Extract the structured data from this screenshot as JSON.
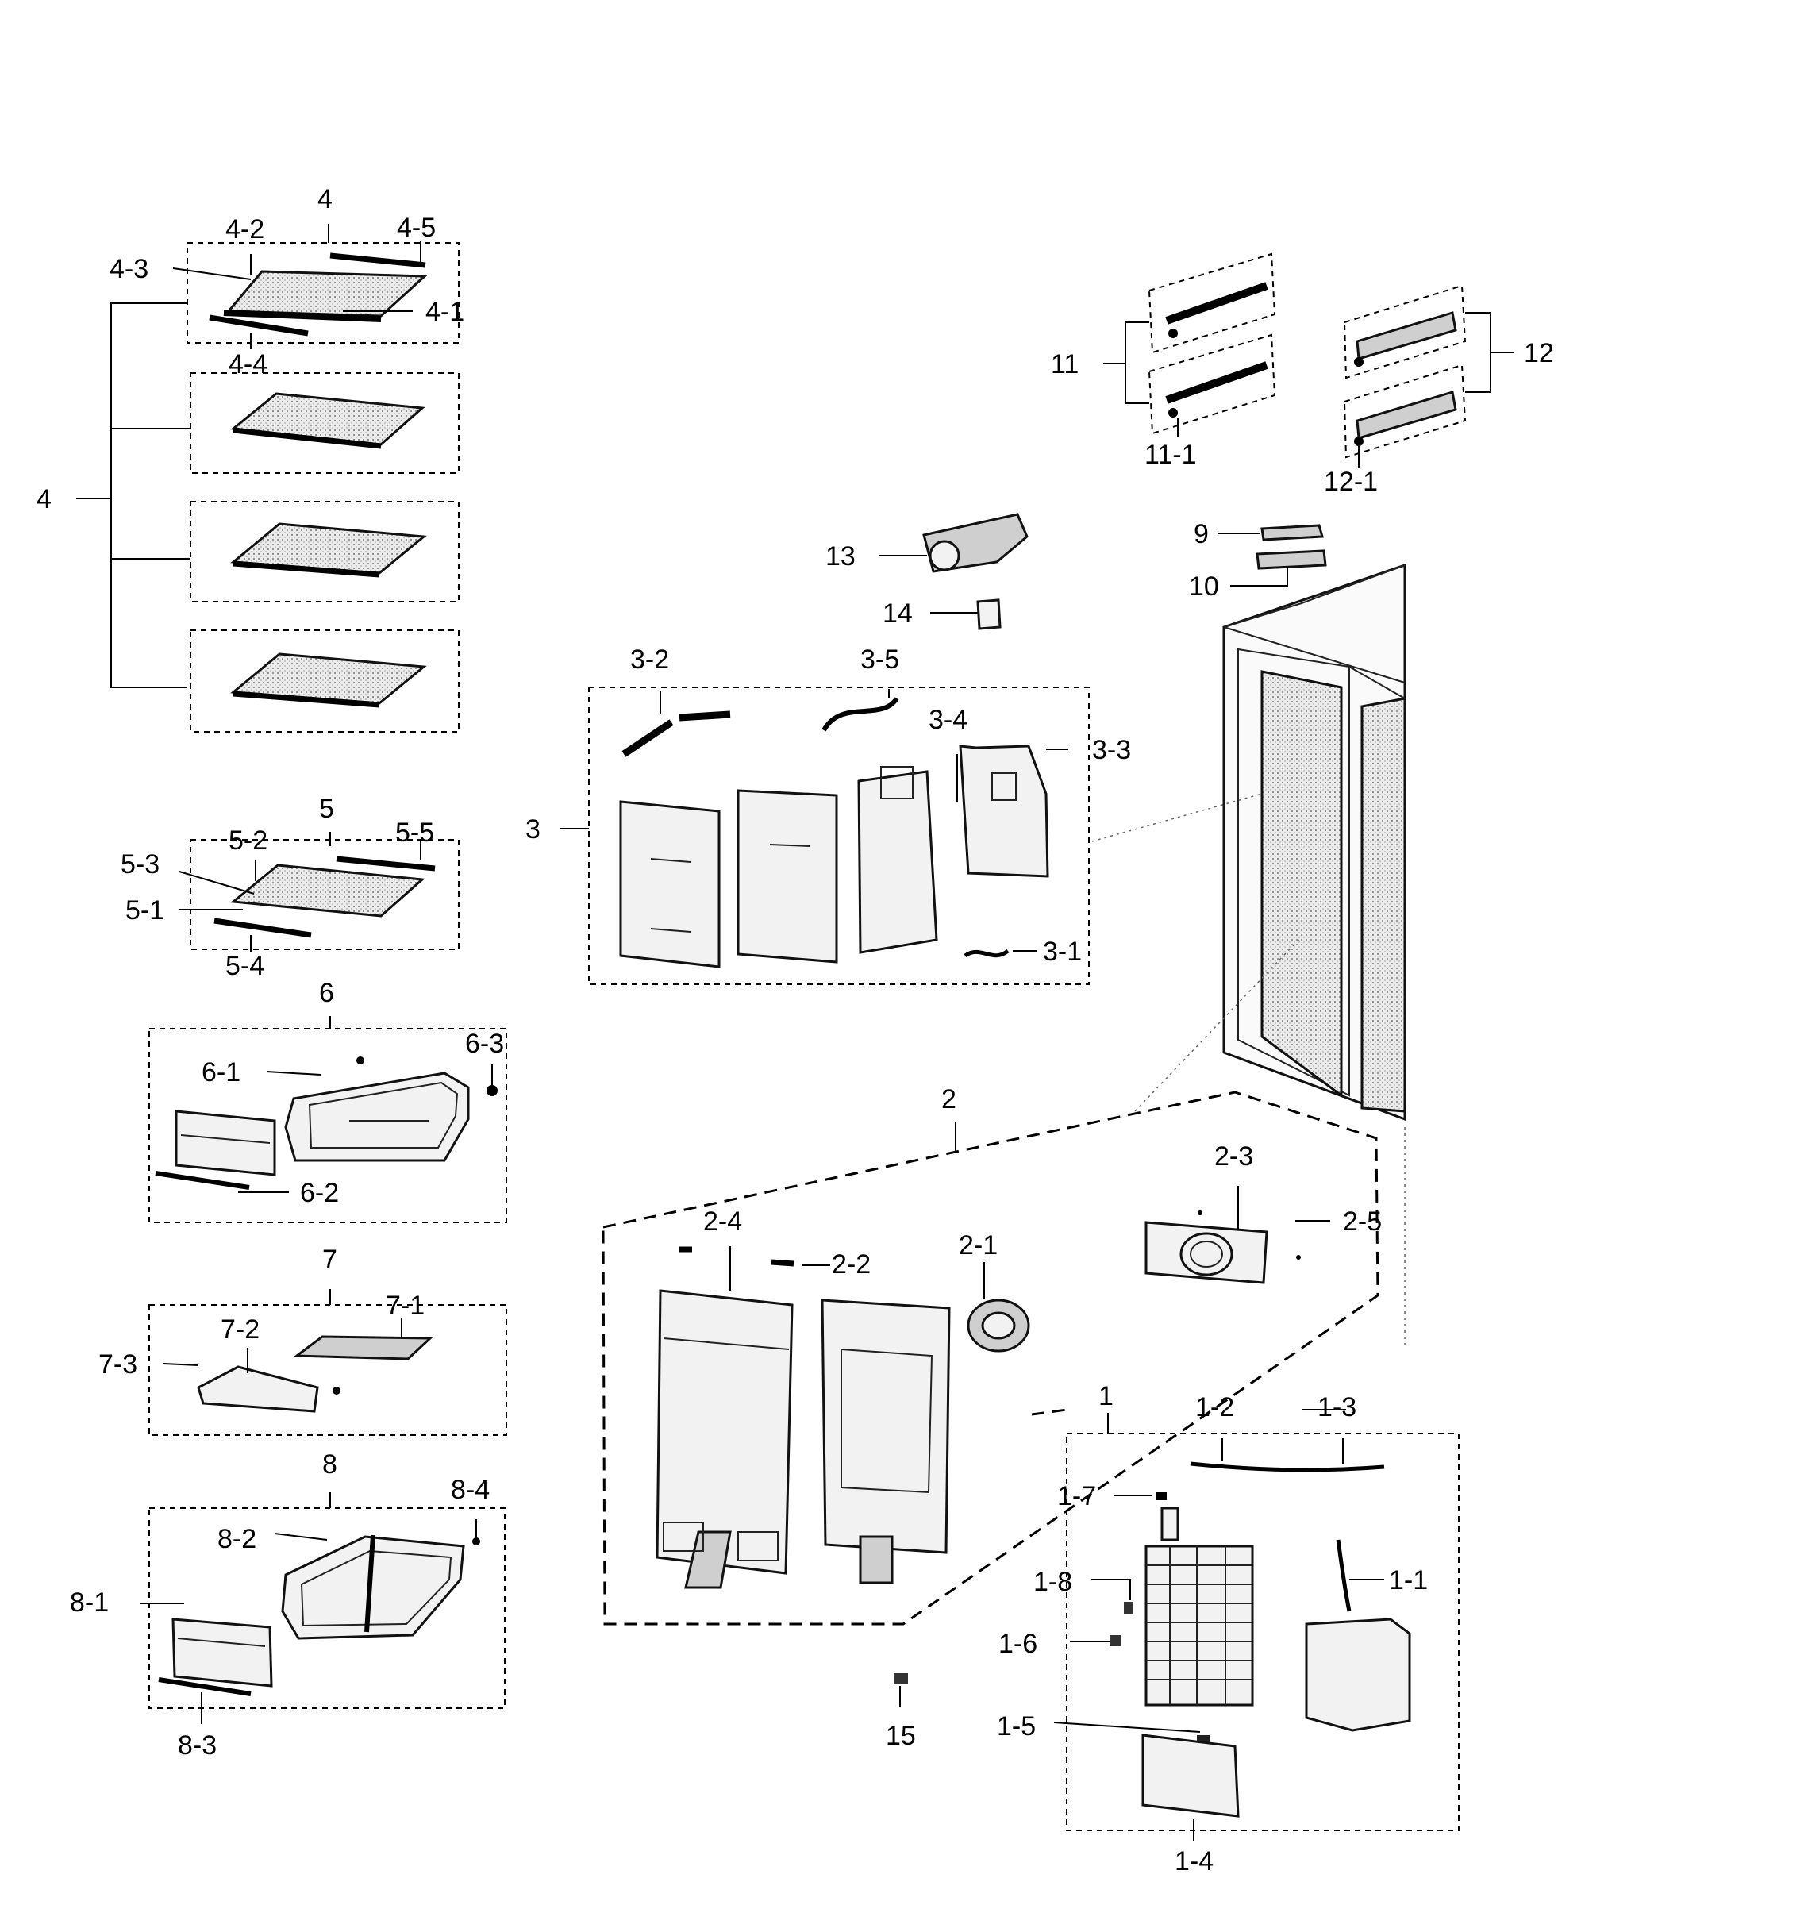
{
  "labels": {
    "l4": "4",
    "l4_2": "4-2",
    "l4_5": "4-5",
    "l4_3": "4-3",
    "l4_1": "4-1",
    "l4_4": "4-4",
    "l4b": "4",
    "l5": "5",
    "l5_2": "5-2",
    "l5_5": "5-5",
    "l5_3": "5-3",
    "l5_1": "5-1",
    "l5_4": "5-4",
    "l6": "6",
    "l6_1": "6-1",
    "l6_3": "6-3",
    "l6_2": "6-2",
    "l7": "7",
    "l7_1": "7-1",
    "l7_2": "7-2",
    "l7_3": "7-3",
    "l8": "8",
    "l8_4": "8-4",
    "l8_2": "8-2",
    "l8_1": "8-1",
    "l8_3": "8-3",
    "l3": "3",
    "l3_2": "3-2",
    "l3_5": "3-5",
    "l3_4": "3-4",
    "l3_3": "3-3",
    "l3_1": "3-1",
    "l13": "13",
    "l14": "14",
    "l9": "9",
    "l10": "10",
    "l11": "11",
    "l11_1": "11-1",
    "l12": "12",
    "l12_1": "12-1",
    "l2": "2",
    "l2_3": "2-3",
    "l2_5": "2-5",
    "l2_4": "2-4",
    "l2_2": "2-2",
    "l2_1": "2-1",
    "l1": "1",
    "l1_2": "1-2",
    "l1_3": "1-3",
    "l1_7": "1-7",
    "l1_8": "1-8",
    "l1_1": "1-1",
    "l1_6": "1-6",
    "l1_5": "1-5",
    "l1_4": "1-4",
    "l15": "15"
  },
  "colors": {
    "line": "#000000",
    "part_fill": "#f2f2f2",
    "background": "#ffffff"
  }
}
